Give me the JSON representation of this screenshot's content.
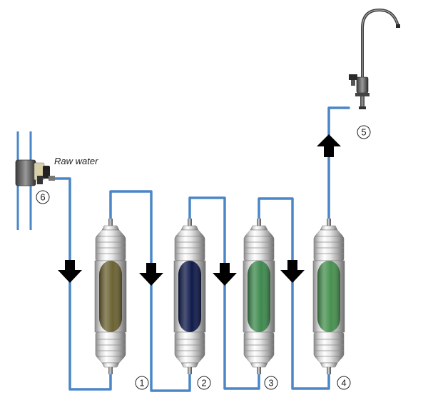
{
  "labels": {
    "raw_water": "Raw water",
    "n1": "1",
    "n2": "2",
    "n3": "3",
    "n4": "4",
    "n5": "5",
    "n6": "6"
  },
  "colors": {
    "pipe": "#4a86c8",
    "filter1_window": "#6b6232",
    "filter2_window": "#0f1a4a",
    "filter3_window": "#3e8a4e",
    "filter4_window": "#479150",
    "arrow": "#000000"
  },
  "icons": [
    "inlet-valve-icon",
    "faucet-icon",
    "arrow-down-icon",
    "arrow-up-icon"
  ]
}
